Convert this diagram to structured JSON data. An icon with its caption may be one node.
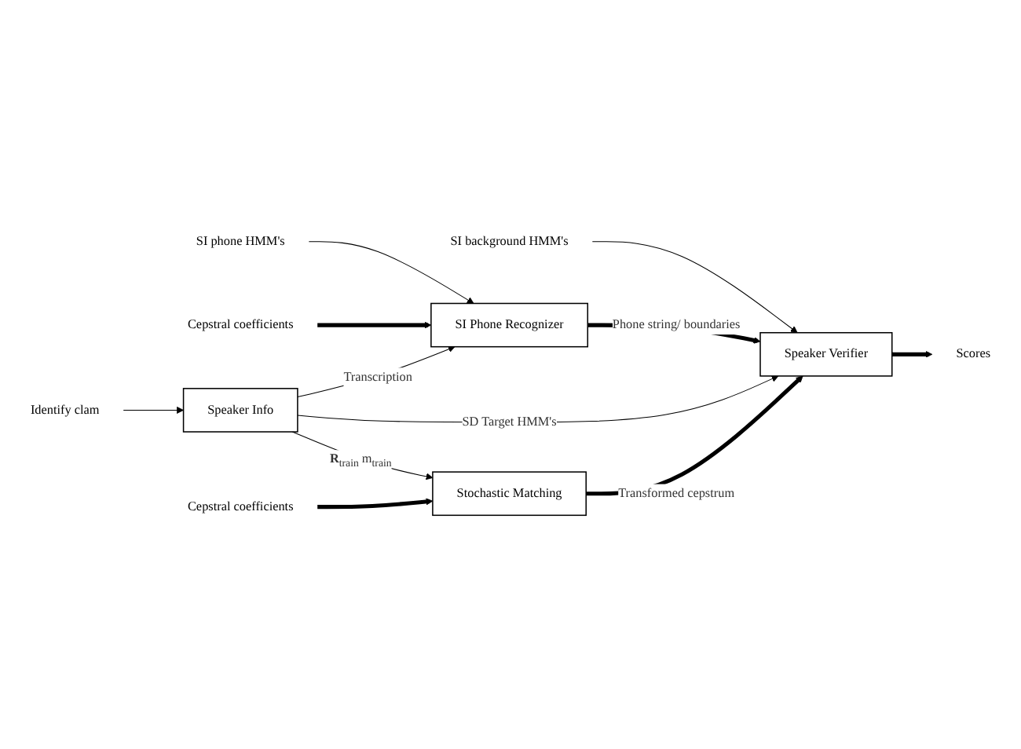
{
  "diagram": {
    "nodes": [
      {
        "text": [
          "SI phone HMM's"
        ]
      },
      {
        "text": [
          "SI background HMM's"
        ]
      },
      {
        "text": [
          "Cepstral coefficients"
        ]
      },
      {
        "text": [
          "SI Phone Recognizer"
        ]
      },
      {
        "text": [
          "Speaker Verifier"
        ]
      },
      {
        "text": [
          "Scores"
        ]
      },
      {
        "text": [
          "Identify clam"
        ]
      },
      {
        "text": [
          "Speaker Info"
        ]
      },
      {
        "text": [
          "Stochastic Matching"
        ]
      },
      {
        "text": [
          "Cepstral coefficients"
        ]
      }
    ],
    "edges": [
      {
        "from": 0,
        "to": 3,
        "arrow": "to"
      },
      {
        "from": 1,
        "to": 4,
        "arrow": "to"
      },
      {
        "from": 2,
        "to": 3,
        "arrow": "to",
        "style": "thick"
      },
      {
        "from": 3,
        "to": 4,
        "arrow": "to",
        "label": "Phone string/ boundaries",
        "style": "thick"
      },
      {
        "from": 4,
        "to": 5,
        "arrow": "to",
        "style": "thick"
      },
      {
        "from": 7,
        "to": 3,
        "arrow": "to",
        "label": "Transcription"
      },
      {
        "from": 7,
        "to": 4,
        "arrow": "to",
        "label": "SD Target HMM's"
      },
      {
        "from": 6,
        "to": 7,
        "arrow": "to"
      },
      {
        "from": 7,
        "to": 8,
        "arrow": "to",
        "label": "**R**$_{train}$ m$_{train}$"
      },
      {
        "from": 8,
        "to": 4,
        "arrow": "to",
        "label": "Transformed cepstrum",
        "style": "thick"
      },
      {
        "from": 9,
        "to": 8,
        "arrow": "to",
        "style": "thick"
      }
    ]
  }
}
